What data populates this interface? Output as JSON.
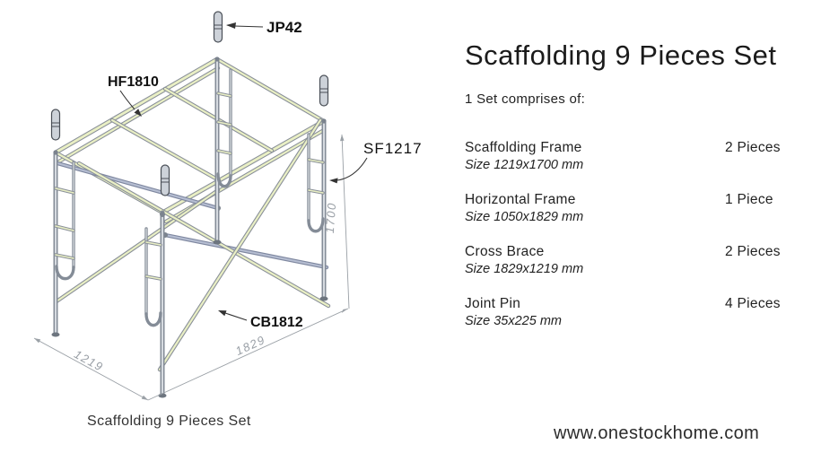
{
  "diagram": {
    "caption": "Scaffolding 9 Pieces Set",
    "labels": {
      "joint_pin": "JP42",
      "horizontal_frame": "HF1810",
      "scaffolding_frame": "SF1217",
      "cross_brace": "CB1812"
    },
    "dims": {
      "width": "1219",
      "depth": "1829",
      "height": "1700"
    },
    "colors": {
      "rail_yellow": "#e9efc4",
      "tube_grey": "#848c97",
      "brace_blue": "#7f88a0",
      "dim_grey": "#9aa0a6"
    }
  },
  "panel": {
    "title": "Scaffolding 9 Pieces Set",
    "subtitle": "1 Set comprises of:",
    "items": [
      {
        "name": "Scaffolding Frame",
        "size": "Size 1219x1700 mm",
        "qty": "2 Pieces"
      },
      {
        "name": "Horizontal Frame",
        "size": "Size 1050x1829 mm",
        "qty": "1 Piece"
      },
      {
        "name": "Cross Brace",
        "size": "Size 1829x1219 mm",
        "qty": "2 Pieces"
      },
      {
        "name": "Joint Pin",
        "size": "Size 35x225 mm",
        "qty": "4 Pieces"
      }
    ],
    "website": "www.onestockhome.com"
  }
}
